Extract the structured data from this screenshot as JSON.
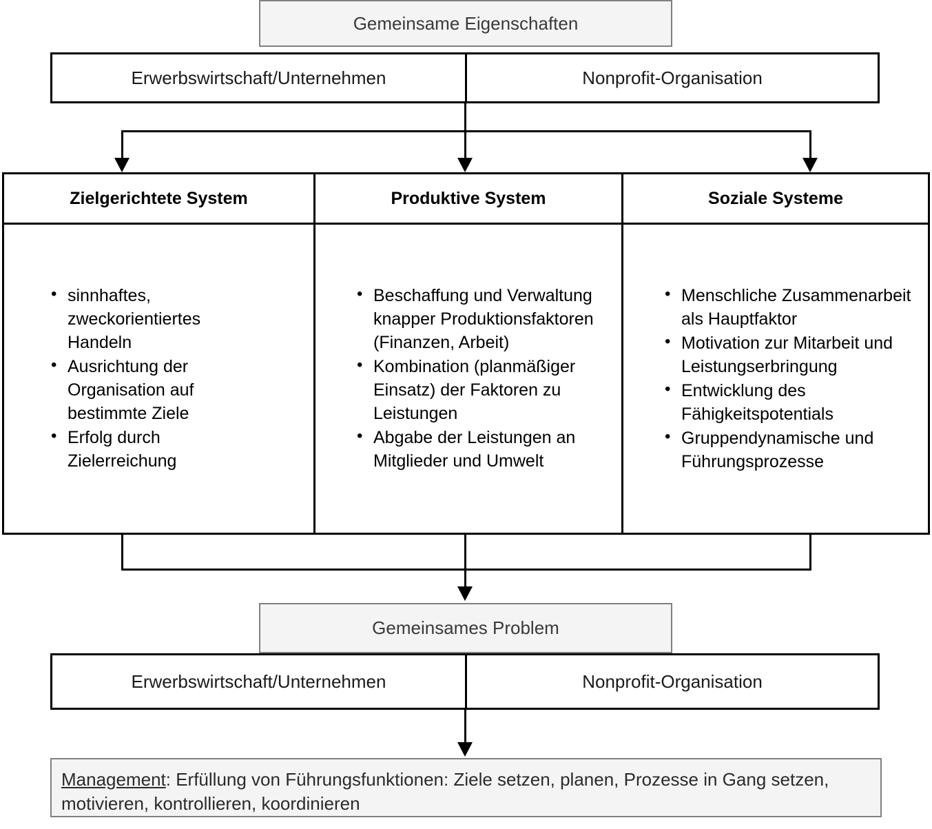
{
  "top_banner": {
    "label": "Gemeinsame Eigenschaften"
  },
  "top_table": {
    "left_label": "Erwerbswirtschaft/Unternehmen",
    "right_label": "Nonprofit-Organisation"
  },
  "main_table": {
    "columns": [
      {
        "header": "Zielgerichtete System",
        "items": [
          "sinnhaftes, zweckorientiertes Handeln",
          "Ausrichtung der Organisation auf bestimmte Ziele",
          "Erfolg durch Zielerreichung"
        ]
      },
      {
        "header": "Produktive System",
        "items": [
          "Beschaffung und Verwaltung knapper Produktionsfaktoren (Finanzen, Arbeit)",
          "Kombination (planmäßiger Einsatz) der Faktoren zu Leistungen",
          "Abgabe der Leistungen an Mitglieder und Umwelt"
        ]
      },
      {
        "header": "Soziale Systeme",
        "items": [
          "Menschliche Zusammenarbeit als Hauptfaktor",
          "Motivation zur Mitarbeit und Leistungserbringung",
          "Entwicklung des Fähigkeitspotentials",
          "Gruppendynamische und Führungsprozesse"
        ]
      }
    ]
  },
  "bottom_banner": {
    "label": "Gemeinsames Problem"
  },
  "bottom_table": {
    "left_label": "Erwerbswirtschaft/Unternehmen",
    "right_label": "Nonprofit-Organisation"
  },
  "management_note": {
    "lead": "Management",
    "body": ": Erfüllung von Führungsfunktionen: Ziele setzen, planen, Prozesse in Gang setzen, motivieren, kontrollieren, koordinieren"
  },
  "colors": {
    "banner_fill": "#f4f4f4",
    "banner_border": "#808080",
    "table_border": "#000000",
    "text": "#000000",
    "banner_text": "#3a3a3a"
  }
}
